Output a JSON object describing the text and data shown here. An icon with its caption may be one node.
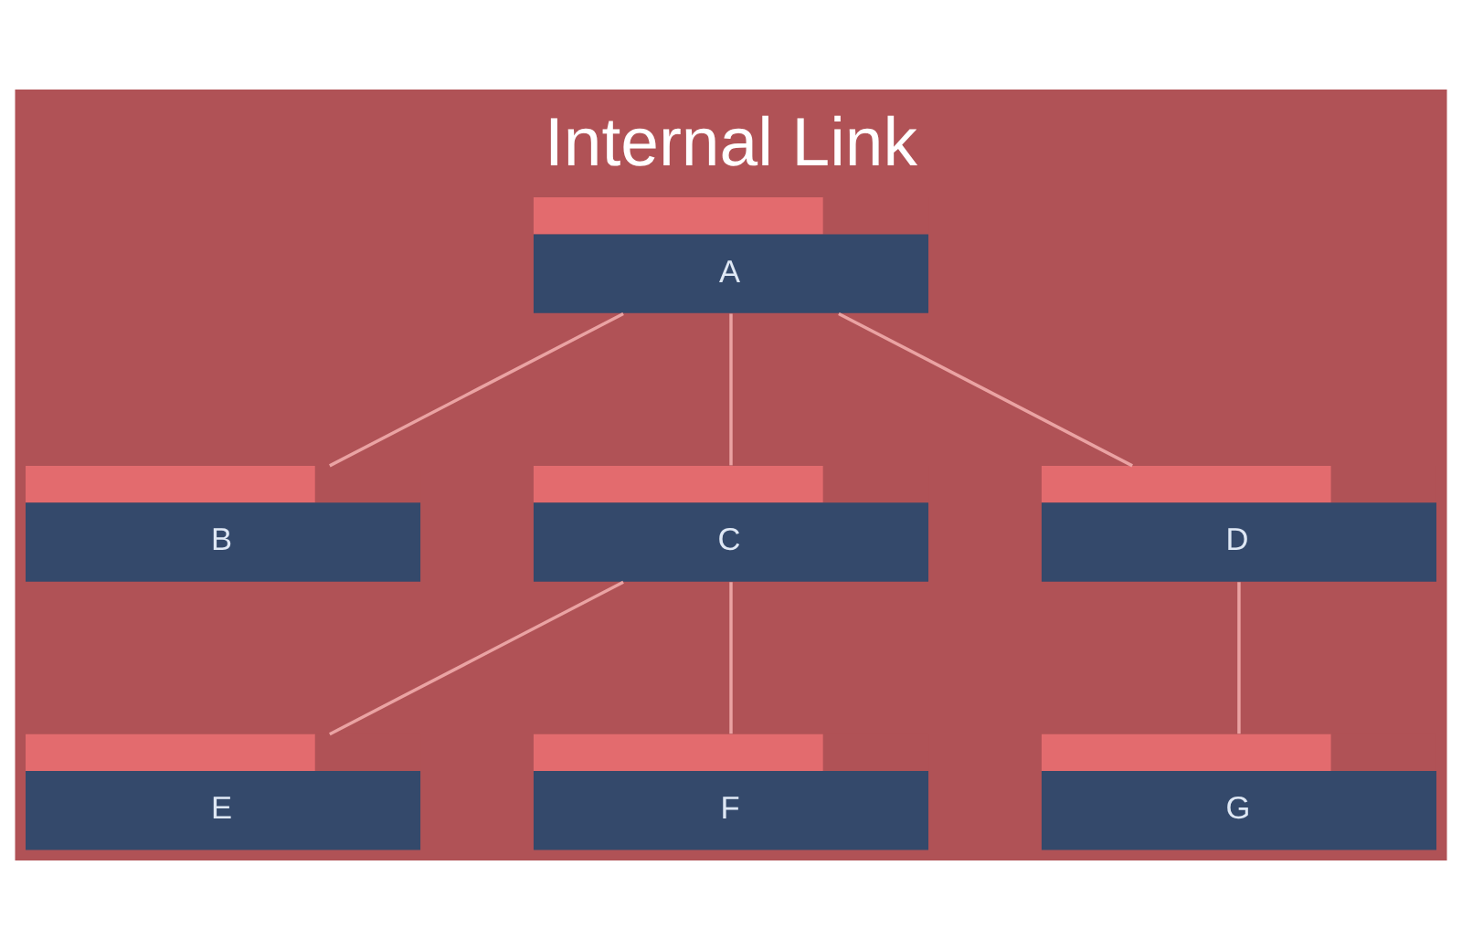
{
  "diagram": {
    "title": "Internal Link",
    "nodes": [
      {
        "text": [
          "A"
        ]
      },
      {
        "text": [
          "B"
        ]
      },
      {
        "text": [
          "C"
        ]
      },
      {
        "text": [
          "D"
        ]
      },
      {
        "text": [
          "E"
        ]
      },
      {
        "text": [
          "F"
        ]
      },
      {
        "text": [
          "G"
        ]
      }
    ],
    "edges": [
      {
        "from": 0,
        "to": 1,
        "arrow": "none"
      },
      {
        "from": 0,
        "to": 2,
        "arrow": "none"
      },
      {
        "from": 0,
        "to": 3,
        "arrow": "none"
      },
      {
        "from": 2,
        "to": 4,
        "arrow": "none"
      },
      {
        "from": 2,
        "to": 5,
        "arrow": "none"
      },
      {
        "from": 3,
        "to": 6,
        "arrow": "none"
      }
    ]
  }
}
